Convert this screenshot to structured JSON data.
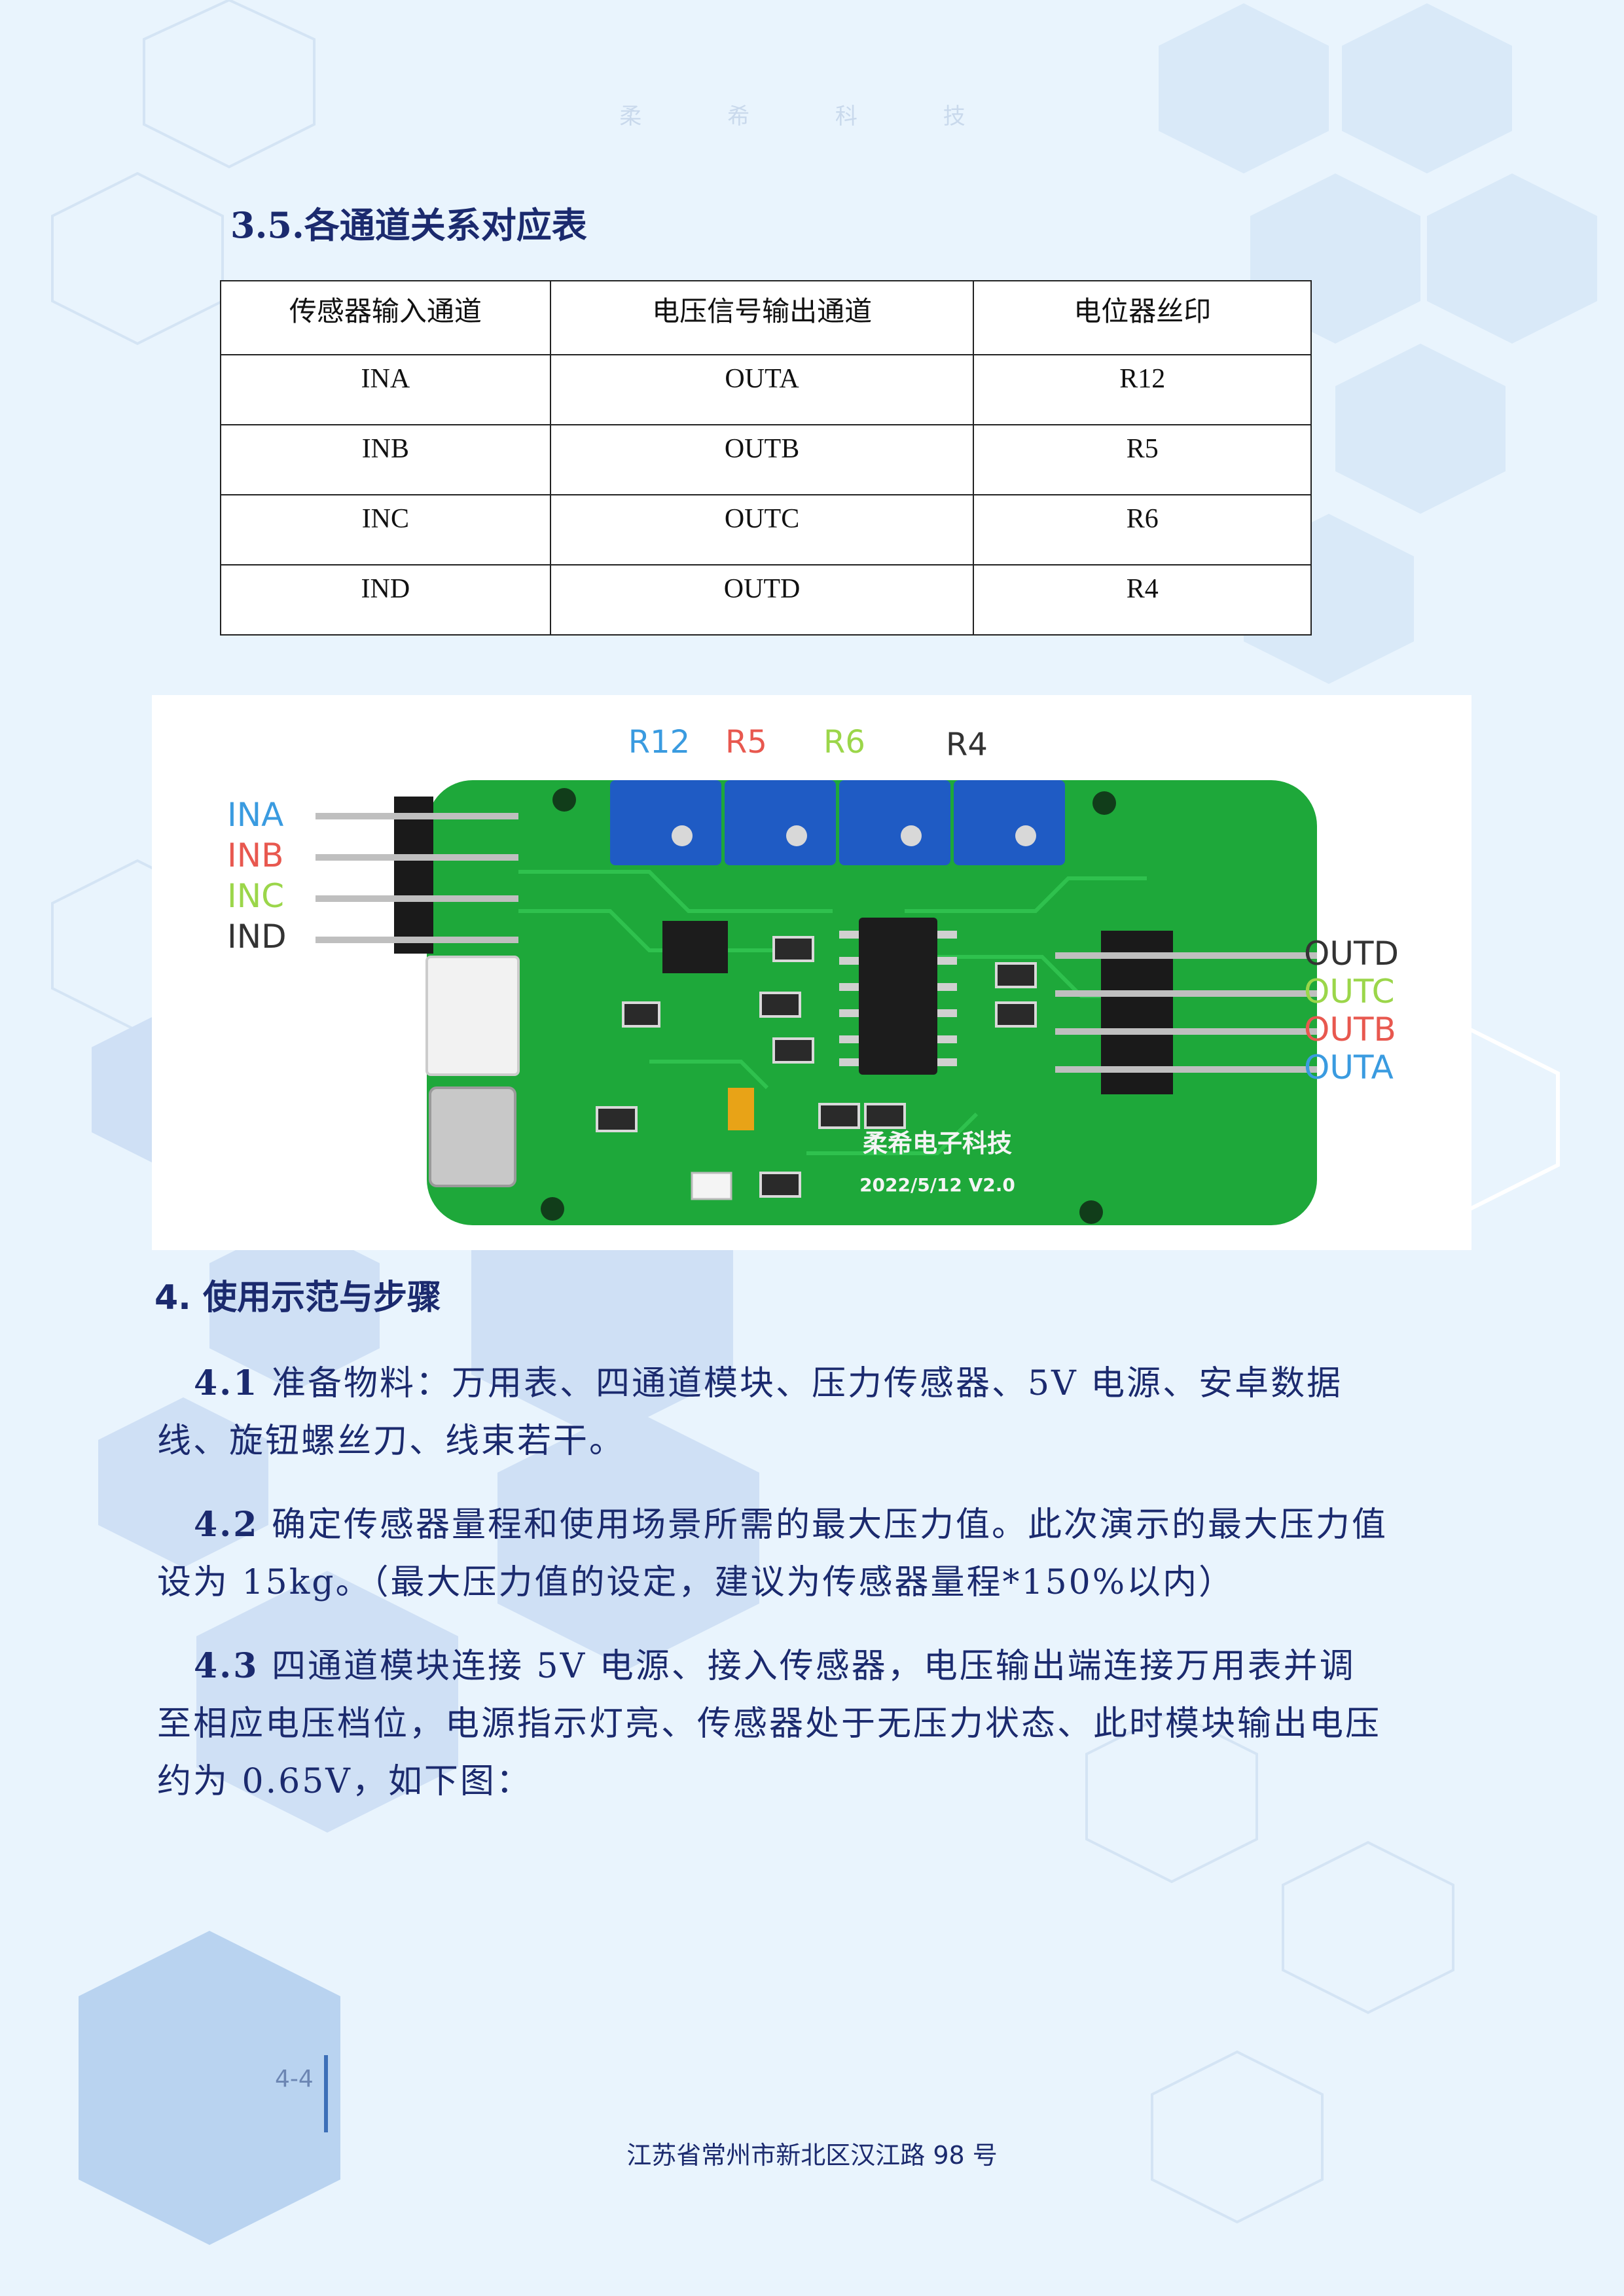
{
  "watermark": "柔 希 科 技",
  "section_heading": "3.5.各通道关系对应表",
  "table": {
    "headers": [
      "传感器输入通道",
      "电压信号输出通道",
      "电位器丝印"
    ],
    "rows": [
      [
        "INA",
        "OUTA",
        "R12"
      ],
      [
        "INB",
        "OUTB",
        "R5"
      ],
      [
        "INC",
        "OUTC",
        "R6"
      ],
      [
        "IND",
        "OUTD",
        "R4"
      ]
    ]
  },
  "photo": {
    "pot_labels": [
      "R12",
      "R5",
      "R6",
      "R4"
    ],
    "input_labels": [
      "INA",
      "INB",
      "INC",
      "IND"
    ],
    "output_labels": [
      "OUTD",
      "OUTC",
      "OUTB",
      "OUTA"
    ],
    "silk_brand": "柔希电子科技",
    "silk_version": "2022/5/12 V2.0",
    "colors": {
      "blue": "#3a9be0",
      "red": "#e8584f",
      "green": "#9bd64a",
      "dark": "#333333",
      "pcb": "#1ea83a"
    }
  },
  "section4_heading": "4. 使用示范与步骤",
  "steps": [
    {
      "num": "4.1",
      "text": " 准备物料：万用表、四通道模块、压力传感器、5V 电源、安卓数据线、旋钮螺丝刀、线束若干。"
    },
    {
      "num": "4.2",
      "text": " 确定传感器量程和使用场景所需的最大压力值。此次演示的最大压力值设为 15kg。（最大压力值的设定，建议为传感器量程*150%以内）"
    },
    {
      "num": "4.3",
      "text": " 四通道模块连接 5V 电源、接入传感器，电压输出端连接万用表并调至相应电压档位，电源指示灯亮、传感器处于无压力状态、此时模块输出电压约为 0.65V，如下图："
    }
  ],
  "footer": {
    "page_number": "4-4",
    "address": "江苏省常州市新北区汉江路 98 号"
  }
}
